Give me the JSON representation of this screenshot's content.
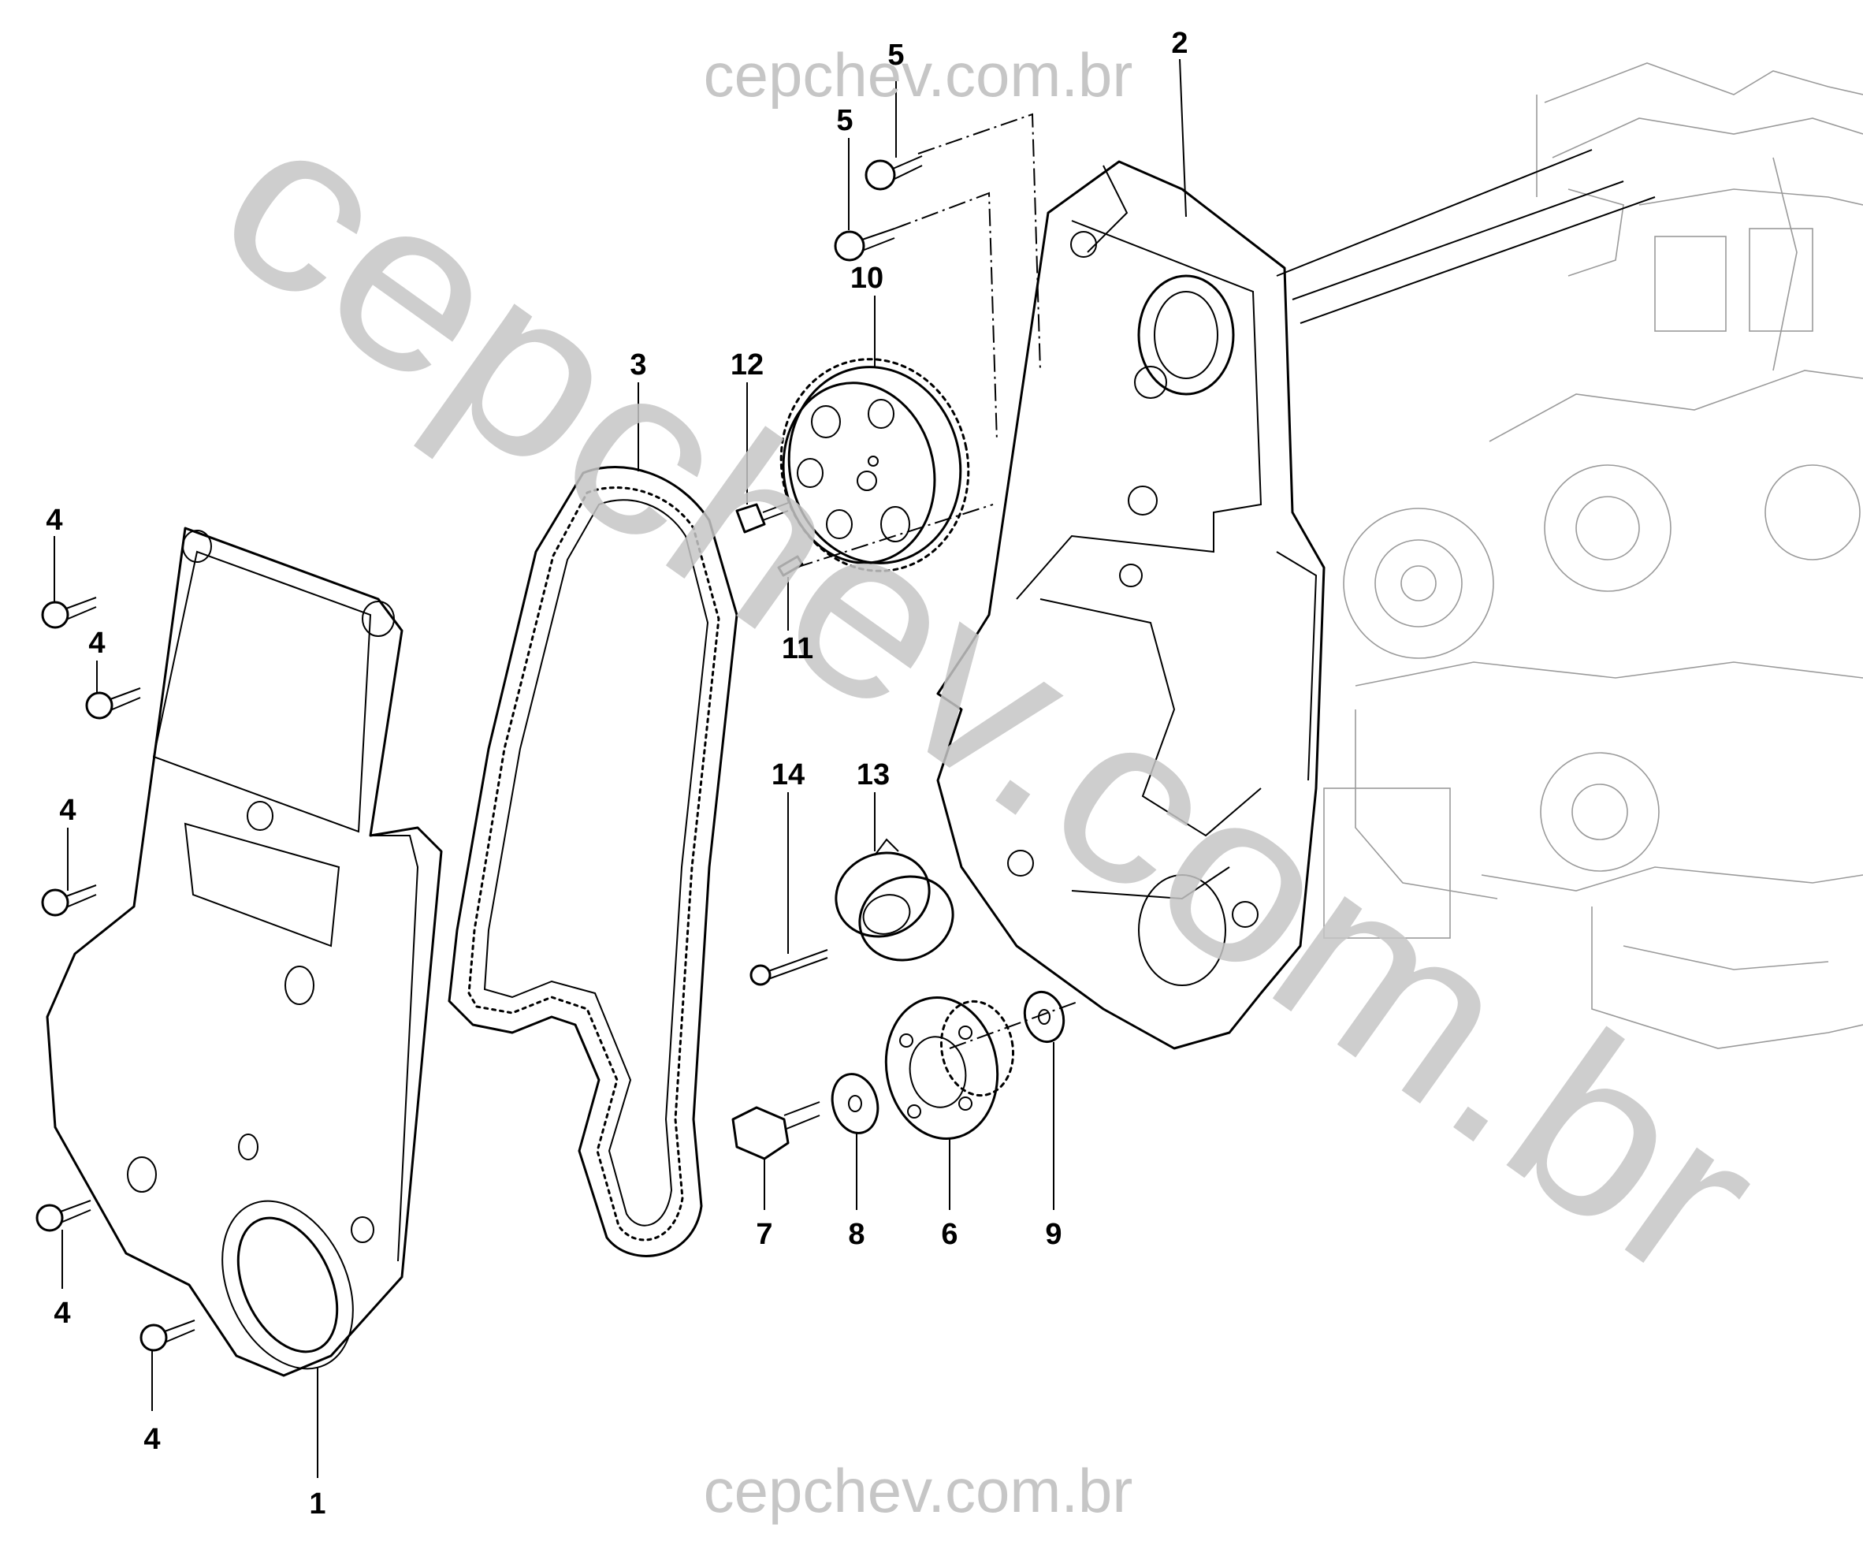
{
  "watermarks": {
    "top": "cepchev.com.br",
    "bottom": "cepchev.com.br",
    "diagonal": "cepchev.com.br"
  },
  "callouts": {
    "c1": "1",
    "c2": "2",
    "c3": "3",
    "c4a": "4",
    "c4b": "4",
    "c4c": "4",
    "c4d": "4",
    "c4e": "4",
    "c5a": "5",
    "c5b": "5",
    "c6": "6",
    "c7": "7",
    "c8": "8",
    "c9": "9",
    "c10": "10",
    "c11": "11",
    "c12": "12",
    "c13": "13",
    "c14": "14"
  },
  "colors": {
    "line": "#000000",
    "watermark": "#c6c6c6",
    "engine_sketch": "#9a9a9a",
    "background": "#ffffff"
  }
}
